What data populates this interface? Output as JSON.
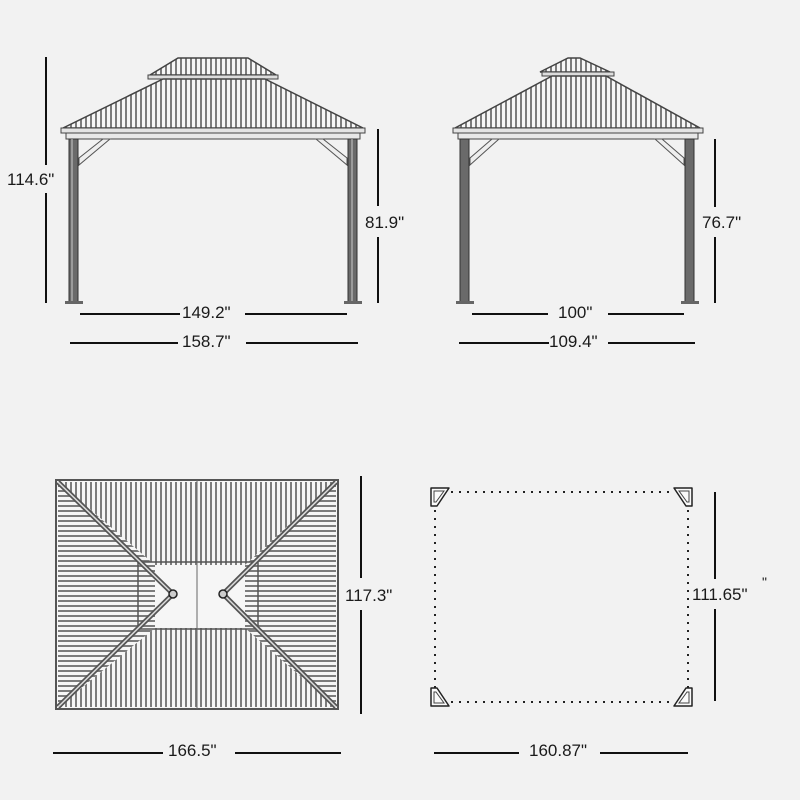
{
  "colors": {
    "background": "#f2f2f2",
    "line": "#111111",
    "structure": "#555555",
    "roof_stripe": "#8a8a8a"
  },
  "views": {
    "front_elevation": {
      "overall_height": "114.6\"",
      "post_height": "81.9\"",
      "inner_width": "149.2\"",
      "outer_width": "158.7\""
    },
    "side_elevation": {
      "post_height": "76.7\"",
      "inner_width": "100\"",
      "outer_width": "109.4\""
    },
    "roof_plan": {
      "depth": "117.3\"",
      "width": "166.5\""
    },
    "footprint_plan": {
      "depth": "111.65\"",
      "stray_mark": "\"",
      "width": "160.87\""
    }
  }
}
